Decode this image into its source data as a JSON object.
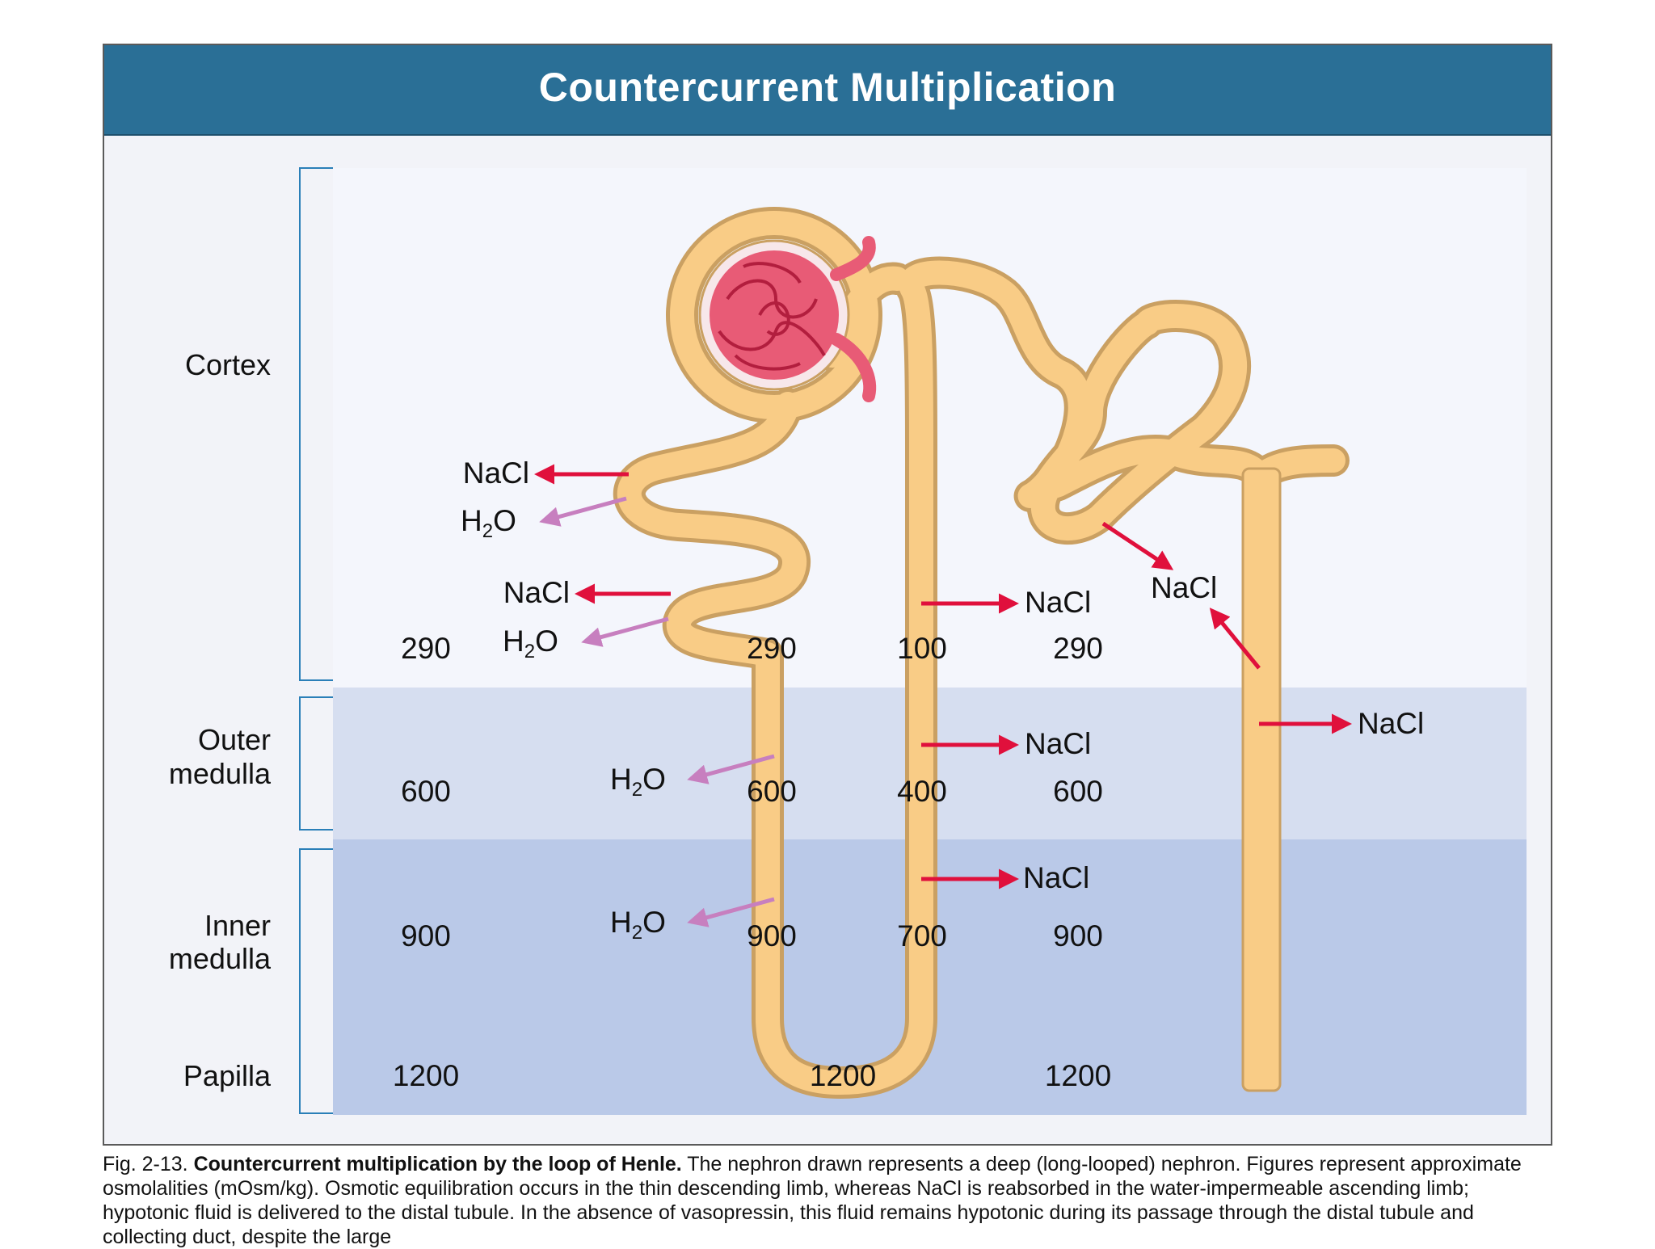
{
  "title": "Countercurrent Multiplication",
  "zones": {
    "cortex": "Cortex",
    "outer_medulla": [
      "Outer",
      "medulla"
    ],
    "inner_medulla": [
      "Inner",
      "medulla"
    ],
    "papilla": "Papilla"
  },
  "osmolality": {
    "interstitium": [
      "290",
      "600",
      "900",
      "1200"
    ],
    "descending_limb": [
      "290",
      "600",
      "900"
    ],
    "ascending_limb": [
      "100",
      "400",
      "700"
    ],
    "collecting_side": [
      "290",
      "600",
      "900",
      "1200"
    ],
    "loop_tip": "1200"
  },
  "flux_labels": {
    "nacl": "NaCl",
    "h2o_h": "H",
    "h2o_sub": "2",
    "h2o_o": "O"
  },
  "caption": {
    "fig_number": "Fig. 2-13.",
    "bold_title": "Countercurrent multiplication by the loop of Henle.",
    "body": "The nephron drawn represents a deep (long-looped) nephron. Figures represent approximate osmolalities (mOsm/kg). Osmotic equilibration occurs in the thin descending limb, whereas NaCl is reabsorbed in the water-impermeable ascending limb; hypotonic fluid is delivered to the distal tubule. In the absence of vasopressin, this fluid remains hypotonic during its passage through the distal tubule and collecting duct, despite the large"
  },
  "colors": {
    "title_bar": "#2a6f96",
    "tubule_fill": "#f9cc86",
    "tubule_outline": "#caa062",
    "glomerulus": "#e03c5e",
    "nacl_arrow": "#e0103c",
    "h2o_arrow": "#c77fbf",
    "cortex_bg": "#f4f6fc",
    "outer_medulla_bg": "#d6def0",
    "inner_medulla_bg": "#bac9e8",
    "bracket": "#2a7fb8"
  }
}
